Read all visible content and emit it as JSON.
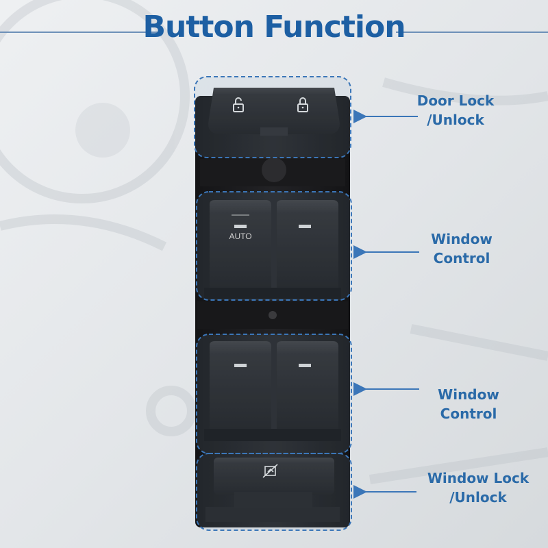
{
  "title": "Button Function",
  "panel": {
    "auto_label": "AUTO"
  },
  "callouts": [
    {
      "line1": "Door Lock",
      "line2": "/Unlock"
    },
    {
      "line1": "Window",
      "line2": "Control"
    },
    {
      "line1": "Window",
      "line2": "Control"
    },
    {
      "line1": "Window Lock",
      "line2": "/Unlock"
    }
  ],
  "colors": {
    "title": "#1d5fa3",
    "callout_text": "#2a6aa8",
    "dashed_box": "#3b76b8",
    "switch_body": "#1c1c1e"
  },
  "icons": [
    "unlock-icon",
    "lock-icon",
    "window-lock-icon"
  ]
}
